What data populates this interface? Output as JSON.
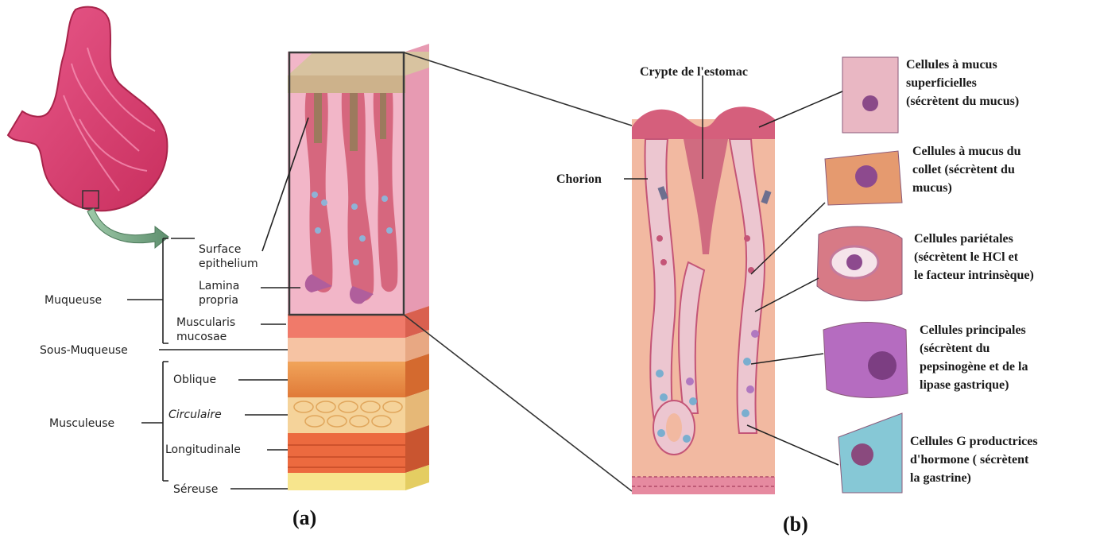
{
  "panel_a": {
    "caption": "(a)",
    "labels": {
      "surface_epithelium": [
        "Surface",
        "epithelium"
      ],
      "lamina_propria": [
        "Lamina",
        "propria"
      ],
      "muscularis_mucosae": [
        "Muscularis",
        "mucosae"
      ],
      "muqueuse": "Muqueuse",
      "sous_muqueuse": "Sous-Muqueuse",
      "oblique": "Oblique",
      "circulaire": "Circulaire",
      "longitudinale": "Longitudinale",
      "musculeuse": "Musculeuse",
      "sereuse": "Séreuse"
    }
  },
  "panel_b": {
    "caption": "(b)",
    "crypte": "Crypte de l'estomac",
    "chorion": "Chorion",
    "cells": [
      {
        "lines": [
          "Cellules à mucus",
          "superficielles",
          "(sécrètent du mucus)"
        ],
        "color": "#e9b7c3"
      },
      {
        "lines": [
          "Cellules à mucus du",
          "collet (sécrètent du",
          "mucus)"
        ],
        "color": "#e59a6f"
      },
      {
        "lines": [
          "Cellules pariétales",
          "(sécrètent le HCl et",
          "le facteur intrinsèque)"
        ],
        "color": "#d77a86"
      },
      {
        "lines": [
          "Cellules principales",
          "(sécrètent du",
          "pepsinogène et de la",
          "lipase gastrique)"
        ],
        "color": "#b56cc0"
      },
      {
        "lines": [
          "Cellules G productrices",
          "d'hormone ( sécrètent",
          "la gastrine)"
        ],
        "color": "#86c8d6"
      }
    ]
  }
}
